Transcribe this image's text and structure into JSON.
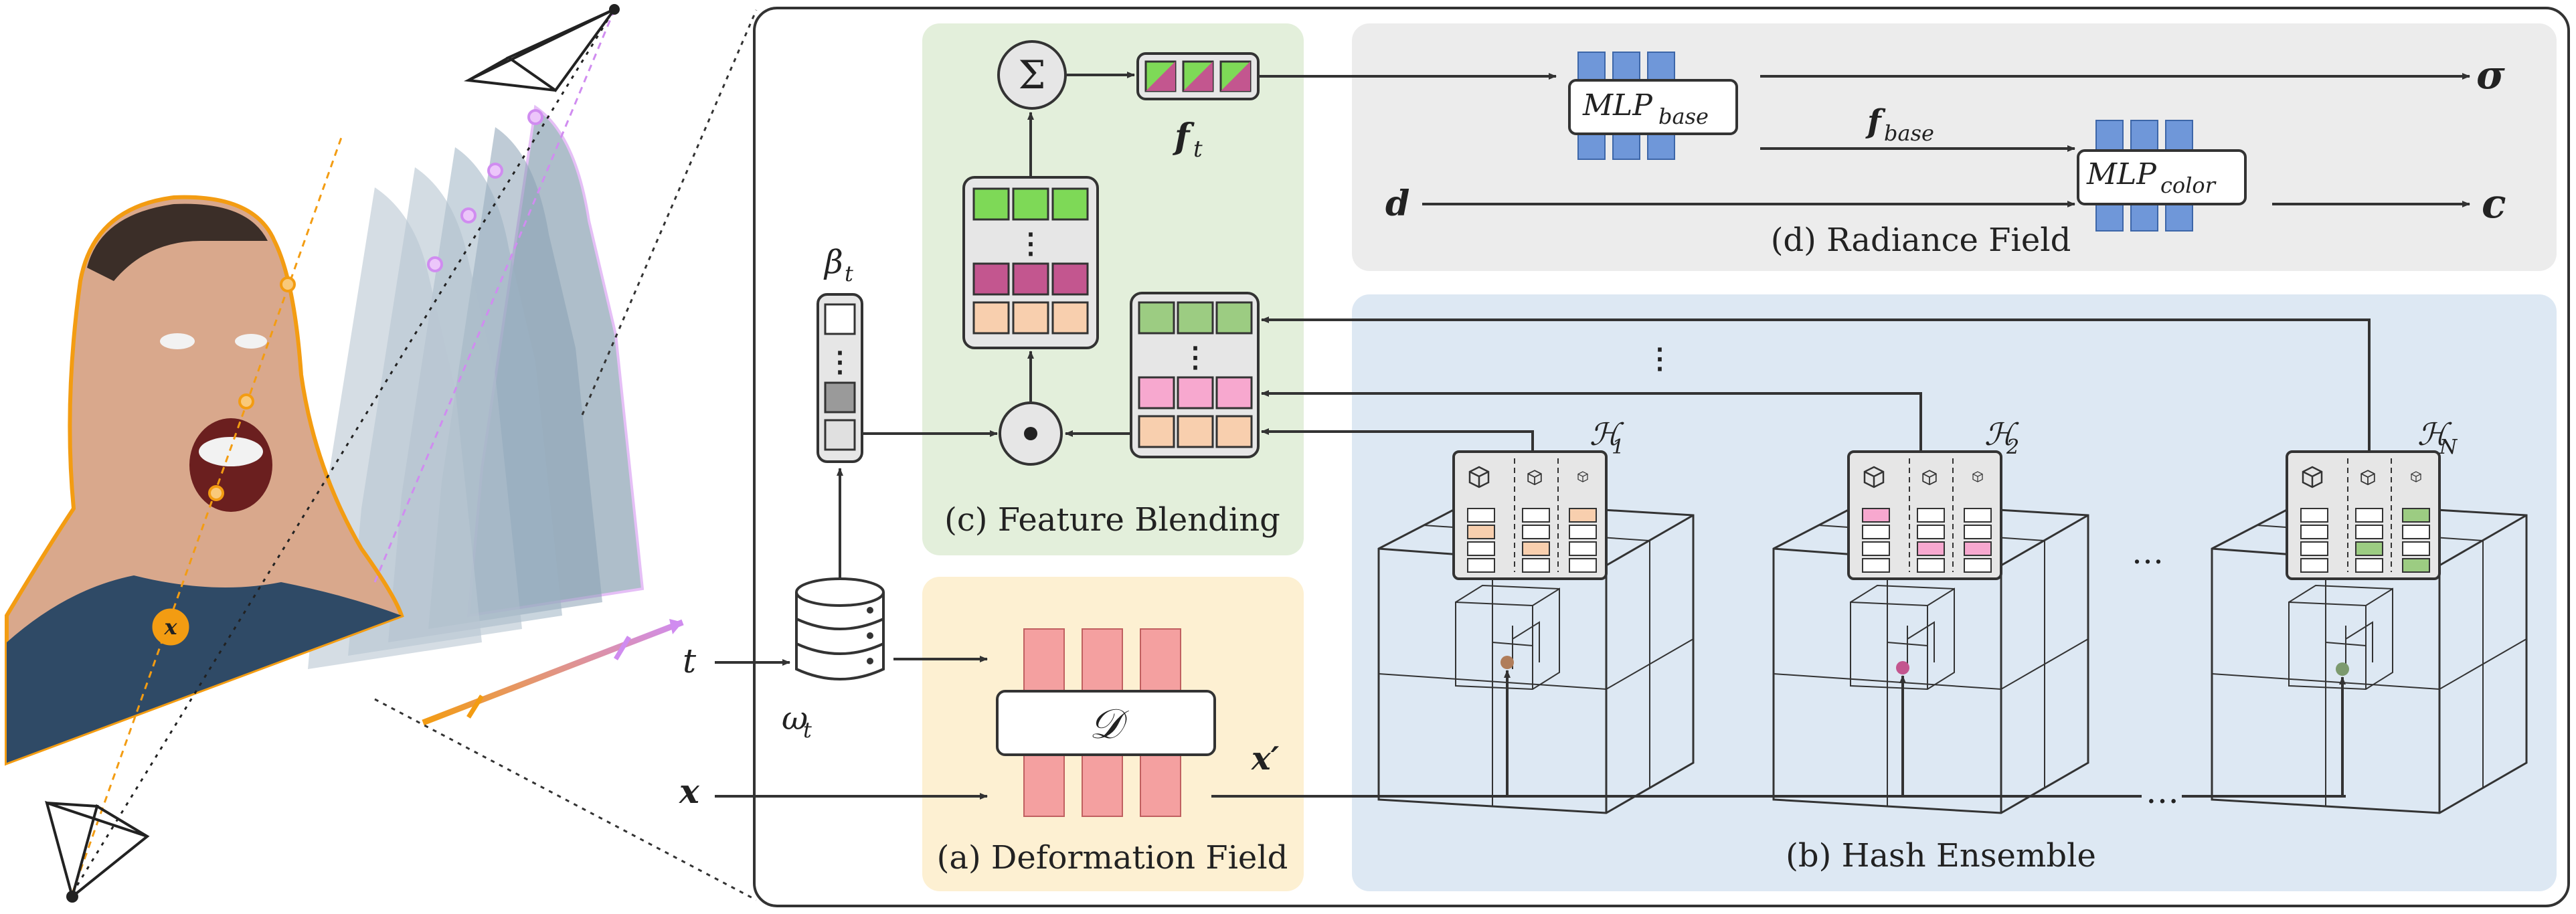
{
  "labels": {
    "panel_a": "(a) Deformation Field",
    "panel_b": "(b) Hash Ensemble",
    "panel_c": "(c) Feature Blending",
    "panel_d": "(d) Radiance Field",
    "deform_net": "𝒟",
    "mlp_base": "MLP",
    "mlp_base_sub": "base",
    "mlp_color": "MLP",
    "mlp_color_sub": "color",
    "f_base": "f",
    "f_base_sub": "base",
    "f_t": "f",
    "f_t_sub": "t",
    "sigma": "σ",
    "color_out": "c",
    "dir_in": "d",
    "time_in": "t",
    "pos_in": "x",
    "pos_deformed": "x′",
    "beta": "β",
    "beta_sub": "t",
    "omega": "ω",
    "omega_sub": "t",
    "sum_symbol": "Σ",
    "dot_symbol": "⊙",
    "hash_1": "ℋ",
    "hash_1_sub": "1",
    "hash_2": "ℋ",
    "hash_2_sub": "2",
    "hash_n": "ℋ",
    "hash_n_sub": "N",
    "ellipsis_v": "⋮",
    "ellipsis_h": "…",
    "point_x": "x"
  },
  "colors": {
    "panel_green": "#e3efdb",
    "panel_yellow": "#fdf0d2",
    "panel_blue": "#dde8f3",
    "panel_gray": "#ececec",
    "deform_bar": "#f4a0a0",
    "mlp_bar": "#6f97d9",
    "cell_green": "#7ed957",
    "cell_pink": "#f7a8cf",
    "cell_peach": "#f8cfae",
    "cell_magenta": "#c3568f",
    "cell_dkgreen": "#9ccc82",
    "ray_orange": "#f39c12",
    "ray_purple": "#d08cf0"
  }
}
